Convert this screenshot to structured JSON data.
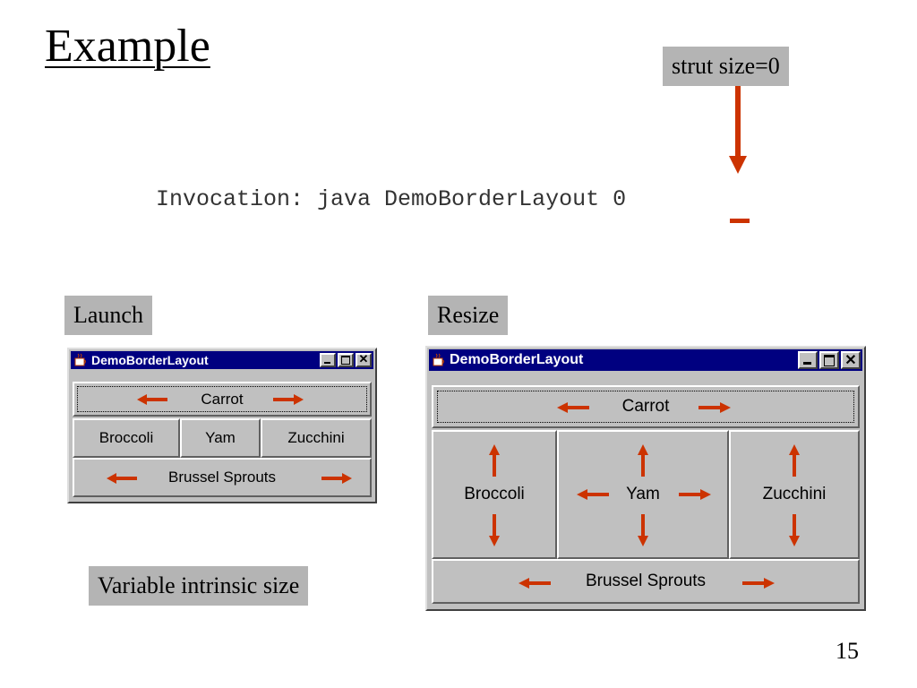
{
  "slide": {
    "title": "Example",
    "strut_label": "strut size=0",
    "invocation": "Invocation: java DemoBorderLayout 0",
    "launch_label": "Launch",
    "resize_label": "Resize",
    "variable_label": "Variable intrinsic size",
    "page_number": "15"
  },
  "colors": {
    "arrow": "#cc3300",
    "tag_bg": "#b4b4b4",
    "titlebar": "#000080",
    "face": "#c0c0c0"
  },
  "launch_window": {
    "title": "DemoBorderLayout",
    "north": "Carrot",
    "west": "Broccoli",
    "center": "Yam",
    "east": "Zucchini",
    "south": "Brussel Sprouts"
  },
  "resize_window": {
    "title": "DemoBorderLayout",
    "north": "Carrot",
    "west": "Broccoli",
    "center": "Yam",
    "east": "Zucchini",
    "south": "Brussel Sprouts"
  },
  "title_buttons": {
    "minimize": "minimize-icon",
    "maximize": "maximize-icon",
    "close": "close-icon"
  }
}
